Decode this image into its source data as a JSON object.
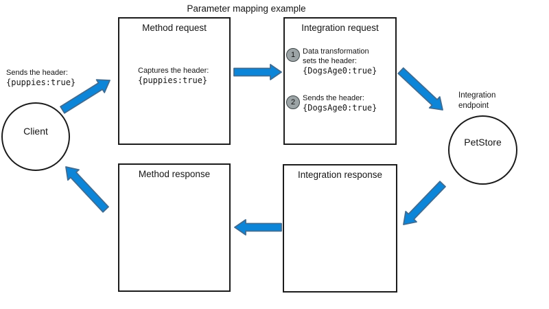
{
  "title": "Parameter mapping example",
  "colors": {
    "arrow_fill": "#0C85D8",
    "arrow_stroke": "#3F6C92",
    "badge_fill": "#9CA4A6",
    "badge_stroke": "#3D4547",
    "box_border": "#1B1B1B",
    "text": "#141414"
  },
  "client": {
    "label": "Client",
    "annotation_line1": "Sends the header:",
    "annotation_code": "{puppies:true}"
  },
  "endpoint": {
    "label": "PetStore",
    "annotation_line1": "Integration",
    "annotation_line2": "endpoint"
  },
  "boxes": {
    "method_request": {
      "title": "Method request",
      "body_line1": "Captures the header:",
      "body_code": "{puppies:true}"
    },
    "integration_request": {
      "title": "Integration request",
      "steps": [
        {
          "number": "1",
          "lines": [
            "Data transformation",
            "sets the header:"
          ],
          "code": "{DogsAge0:true}"
        },
        {
          "number": "2",
          "lines": [
            "Sends the header:"
          ],
          "code": "{DogsAge0:true}"
        }
      ]
    },
    "method_response": {
      "title": "Method response"
    },
    "integration_response": {
      "title": "Integration response"
    }
  },
  "arrows": [
    "client-to-method-request",
    "method-request-to-integration-request",
    "integration-request-to-endpoint",
    "endpoint-to-integration-response",
    "integration-response-to-method-response",
    "method-response-to-client"
  ]
}
